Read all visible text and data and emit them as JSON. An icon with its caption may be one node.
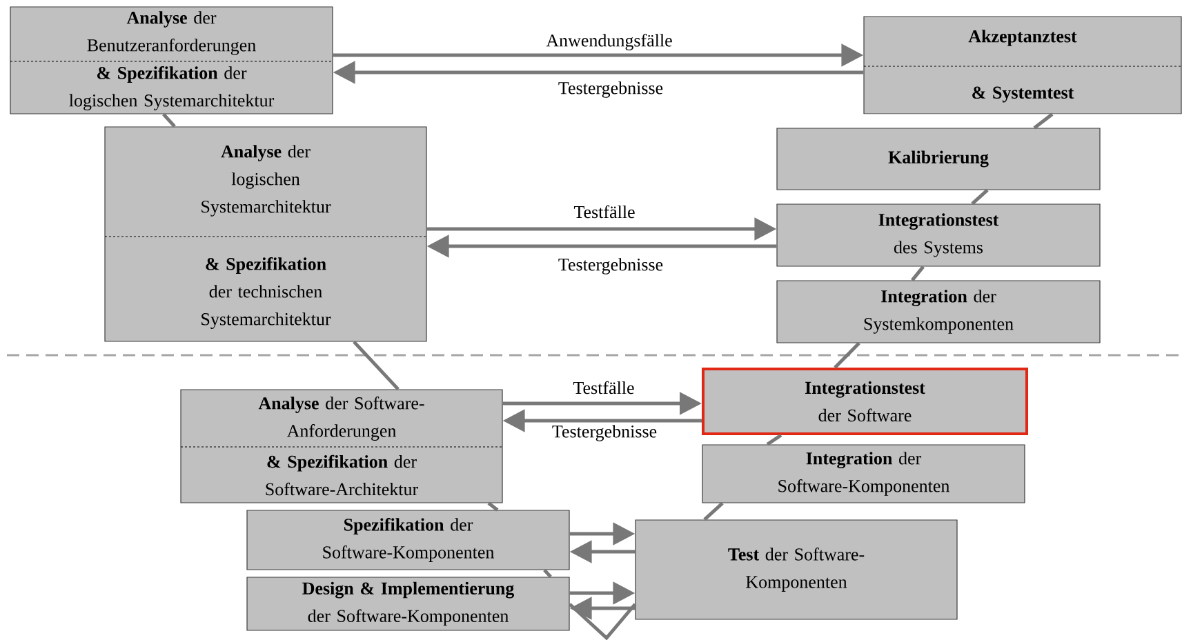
{
  "diagram": {
    "nodes": [
      {
        "text": [
          "**Analyse** der Benutzeranforderungen",
          "**& Spezifikation** der logischen Systemarchitektur"
        ]
      },
      {
        "text": [
          "Akzeptanztest",
          "& Systemtest"
        ]
      },
      {
        "text": [
          "**Analyse** der logischen Systemarchitektur",
          "**& Spezifikation** der technischen Systemarchitektur"
        ]
      },
      {
        "text": [
          "Kalibrierung"
        ]
      },
      {
        "text": [
          "**Integrationstest** des Systems"
        ]
      },
      {
        "text": [
          "**Integration** der Systemkomponenten"
        ]
      },
      {
        "text": [
          "**Analyse** der Software-Anforderungen",
          "**& Spezifikation** der Software-Architektur"
        ]
      },
      {
        "text": [
          "**Integrationstest** der Software"
        ]
      },
      {
        "text": [
          "**Integration** der Software-Komponenten"
        ]
      },
      {
        "text": [
          "**Spezifikation** der Software-Komponenten"
        ]
      },
      {
        "text": [
          "**Design & Implementierung** der Software-Komponenten"
        ]
      },
      {
        "text": [
          "**Test** der Software-Komponenten"
        ]
      }
    ],
    "edges": [
      {
        "from": 0,
        "to": 1,
        "arrow": "to",
        "label": "Anwendungsfälle"
      },
      {
        "from": 1,
        "to": 0,
        "arrow": "to",
        "label": "Testergebnisse"
      },
      {
        "from": 2,
        "to": 4,
        "arrow": "to",
        "label": "Testfälle"
      },
      {
        "from": 4,
        "to": 2,
        "arrow": "to",
        "label": "Testergebnisse"
      },
      {
        "from": 6,
        "to": 7,
        "arrow": "to",
        "label": "Testfälle"
      },
      {
        "from": 7,
        "to": 6,
        "arrow": "to",
        "label": "Testergebnisse"
      },
      {
        "from": 9,
        "to": 11,
        "arrow": "to"
      },
      {
        "from": 11,
        "to": 9,
        "arrow": "to"
      },
      {
        "from": 10,
        "to": 11,
        "arrow": "to"
      },
      {
        "from": 11,
        "to": 10,
        "arrow": "to"
      },
      {
        "from": 0,
        "to": 2,
        "arrow": "none"
      },
      {
        "from": 2,
        "to": 6,
        "arrow": "none"
      },
      {
        "from": 6,
        "to": 9,
        "arrow": "none"
      },
      {
        "from": 9,
        "to": 10,
        "arrow": "none"
      },
      {
        "from": 10,
        "to": 11,
        "arrow": "none"
      },
      {
        "from": 11,
        "to": 8,
        "arrow": "none"
      },
      {
        "from": 8,
        "to": 7,
        "arrow": "none"
      },
      {
        "from": 7,
        "to": 5,
        "arrow": "none"
      },
      {
        "from": 5,
        "to": 4,
        "arrow": "none"
      },
      {
        "from": 4,
        "to": 3,
        "arrow": "none"
      },
      {
        "from": 3,
        "to": 1,
        "arrow": "none"
      }
    ]
  }
}
